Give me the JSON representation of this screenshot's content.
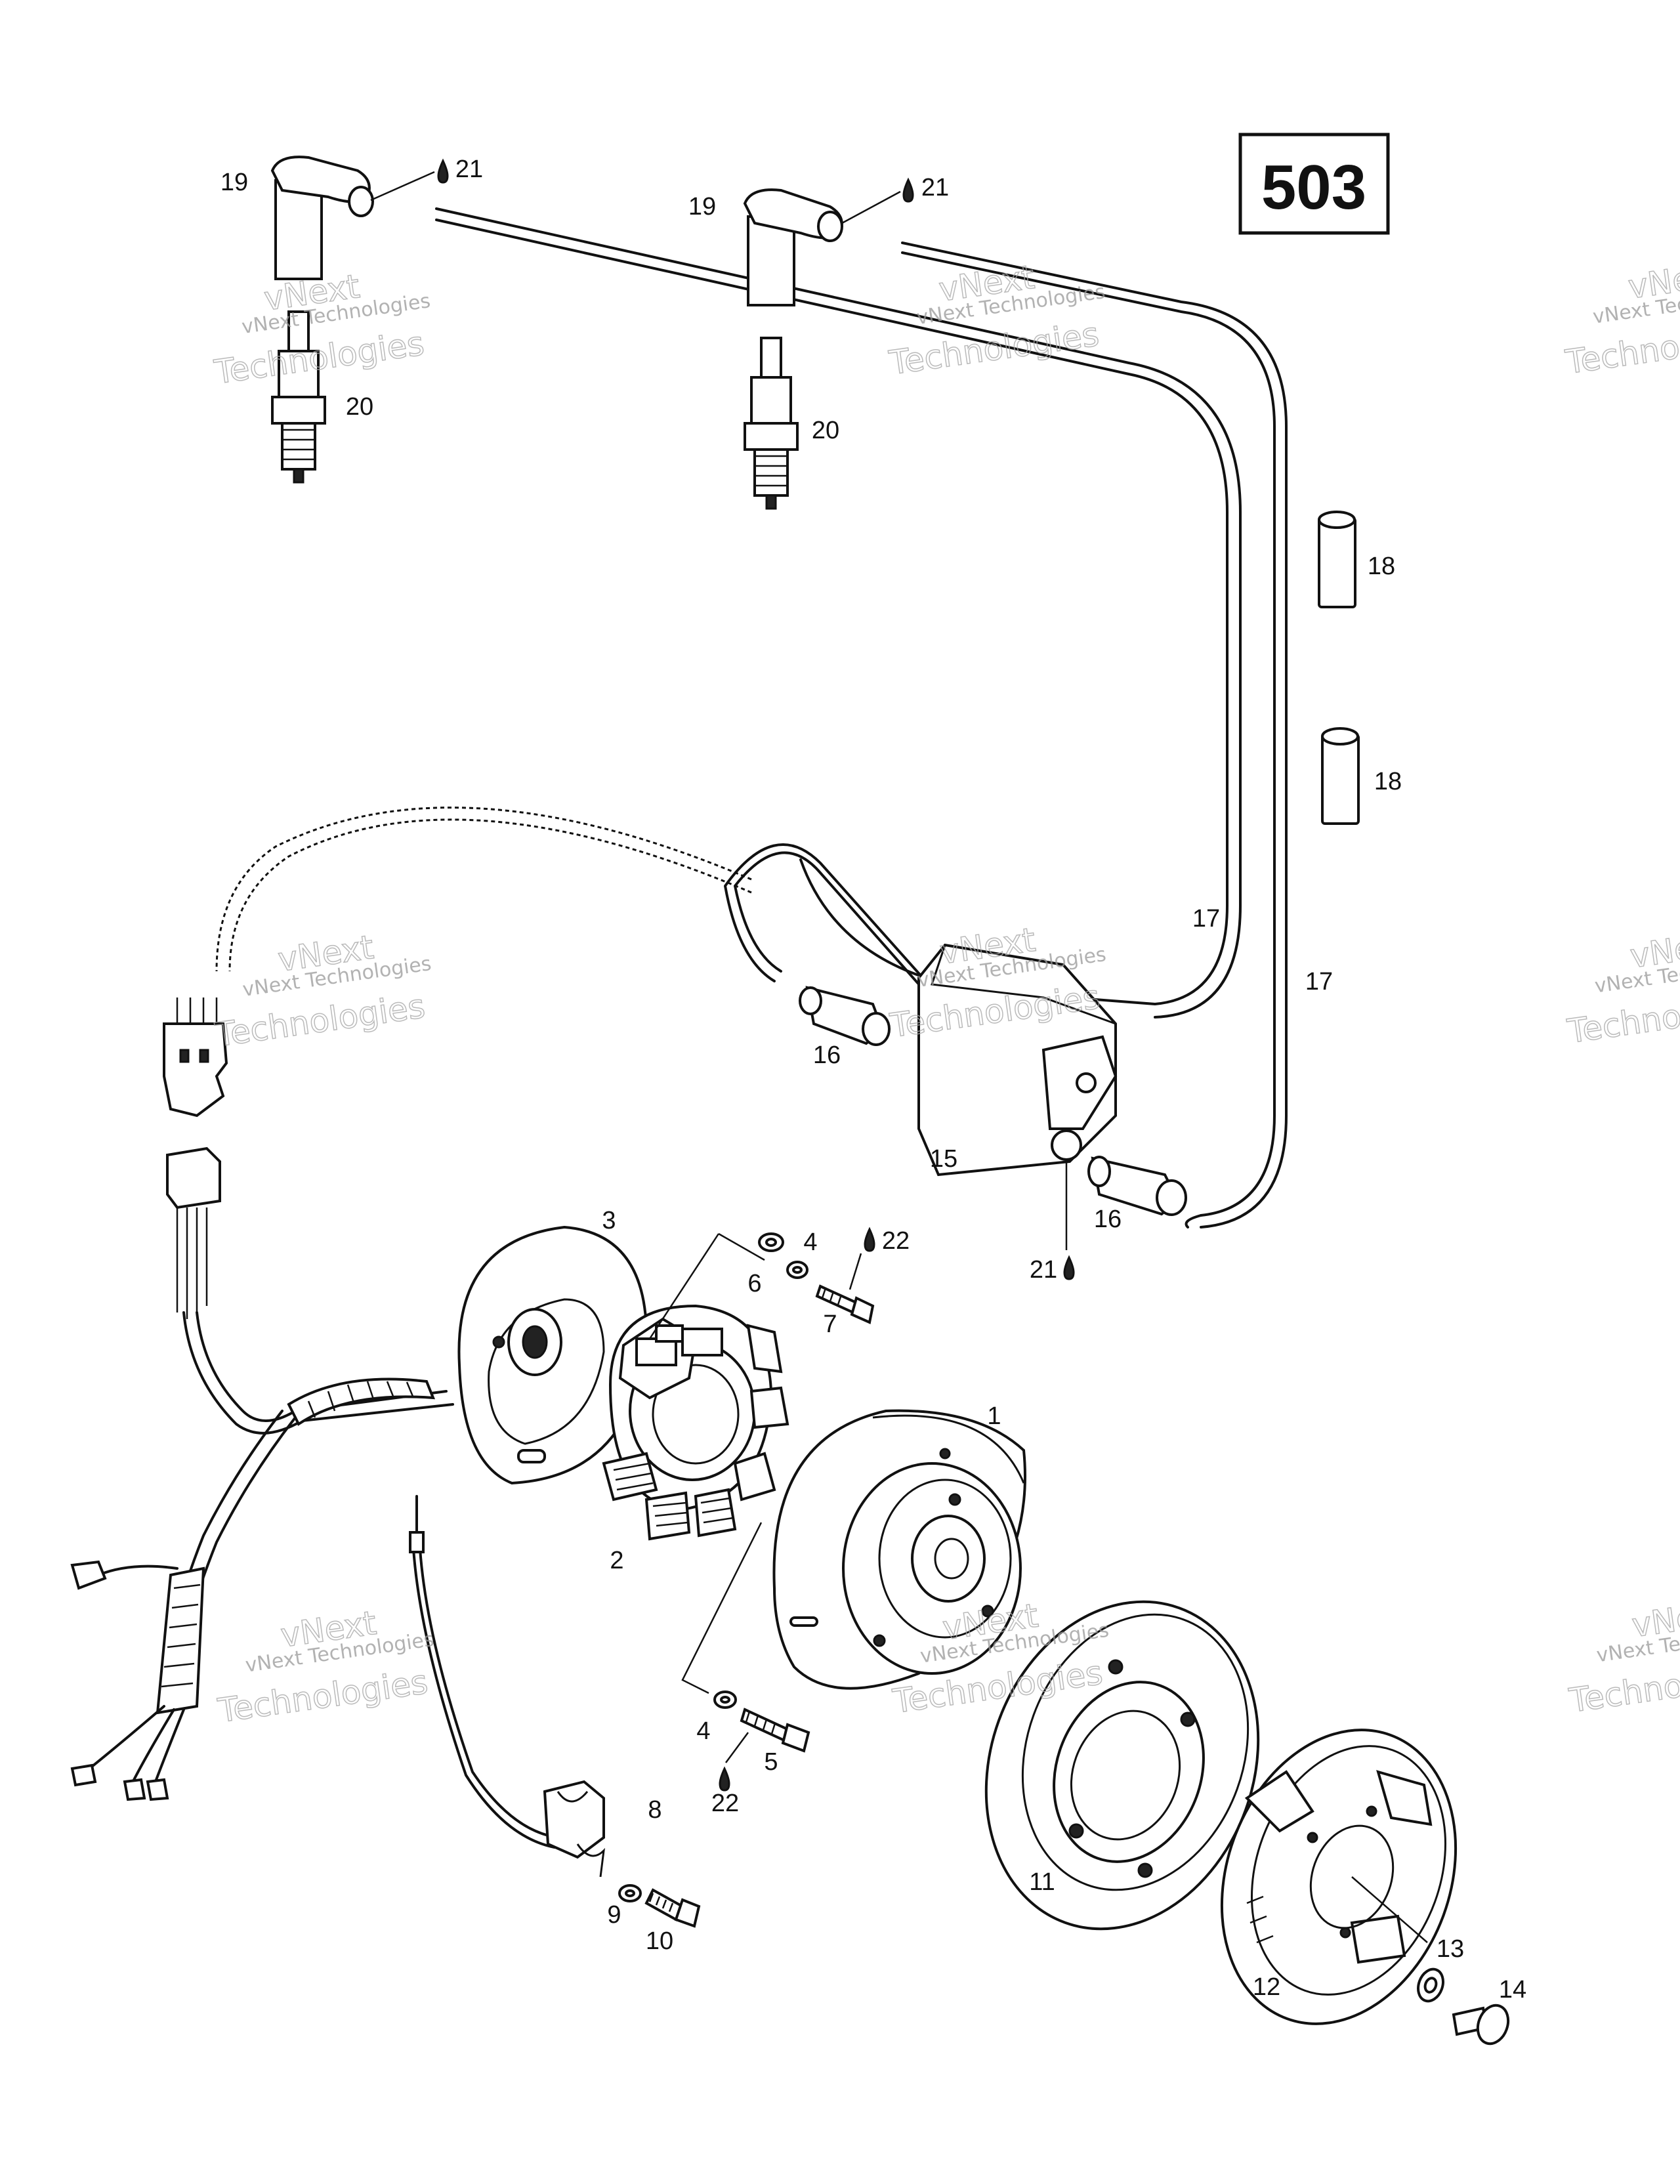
{
  "diagram": {
    "page_number": "503",
    "callouts": {
      "c1": "1",
      "c2": "2",
      "c3": "3",
      "c4a": "4",
      "c4b": "4",
      "c5": "5",
      "c6": "6",
      "c7": "7",
      "c8": "8",
      "c9": "9",
      "c10": "10",
      "c11": "11",
      "c12": "12",
      "c13": "13",
      "c14": "14",
      "c15": "15",
      "c16a": "16",
      "c16b": "16",
      "c17a": "17",
      "c17b": "17",
      "c18a": "18",
      "c18b": "18",
      "c19a": "19",
      "c19b": "19",
      "c20a": "20",
      "c20b": "20",
      "c21a": "21",
      "c21b": "21",
      "c21c": "21",
      "c22a": "22",
      "c22b": "22"
    },
    "watermark": {
      "line1": "vNext Technologies",
      "line2": "vNext",
      "line3": "Technologies"
    }
  }
}
